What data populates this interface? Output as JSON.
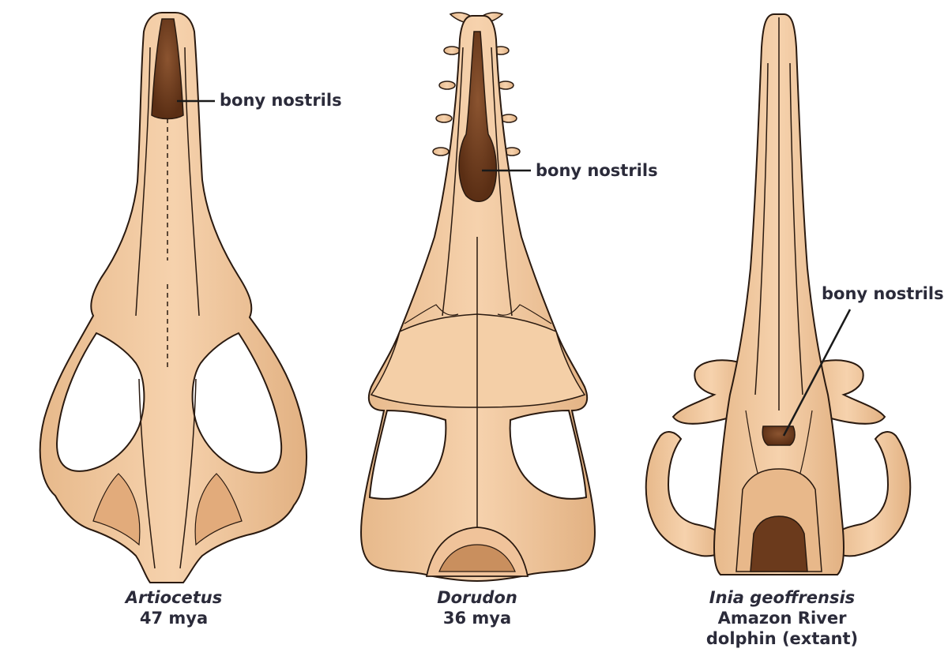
{
  "colors": {
    "bone": "#f1c9a0",
    "bone_shade": "#d9a373",
    "bone_dark": "#b97f52",
    "outline": "#2a1a10",
    "nostril": "#6b3a1c",
    "text": "#2b2b3a"
  },
  "skulls": [
    {
      "label": "bony nostrils",
      "genus": "Artiocetus",
      "age": "47 mya"
    },
    {
      "label": "bony nostrils",
      "genus": "Dorudon",
      "age": "36 mya"
    },
    {
      "label": "bony nostrils",
      "genus": "Inia geoffrensis",
      "common_line1": "Amazon River",
      "common_line2": "dolphin (extant)"
    }
  ]
}
